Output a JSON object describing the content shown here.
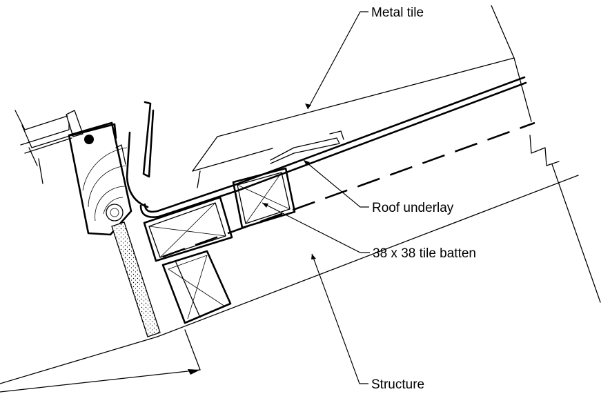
{
  "labels": {
    "metal_tile": "Metal tile",
    "roof_underlay": "Roof underlay",
    "tile_batten": "38 x 38 tile batten",
    "structure": "Structure"
  },
  "colors": {
    "line": "#000000",
    "background": "#ffffff"
  }
}
